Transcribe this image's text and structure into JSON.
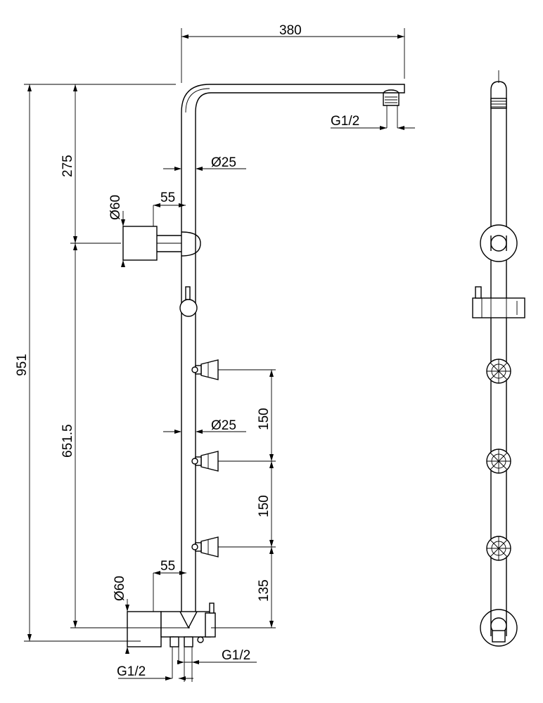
{
  "drawing": {
    "dim_width": "380",
    "dim_total_height": "951",
    "dim_upper_height": "275",
    "dim_lower_height": "651.5",
    "dim_pipe_diameter_top": "Ø25",
    "dim_pipe_diameter_mid": "Ø25",
    "dim_arm_diameter_top": "Ø60",
    "dim_arm_diameter_bottom": "Ø60",
    "dim_offset_top": "55",
    "dim_offset_bottom": "55",
    "dim_jet_spacing_1": "150",
    "dim_jet_spacing_2": "150",
    "dim_jet_spacing_3": "135",
    "thread_head": "G1/2",
    "thread_inlet_left": "G1/2",
    "thread_inlet_right": "G1/2"
  }
}
